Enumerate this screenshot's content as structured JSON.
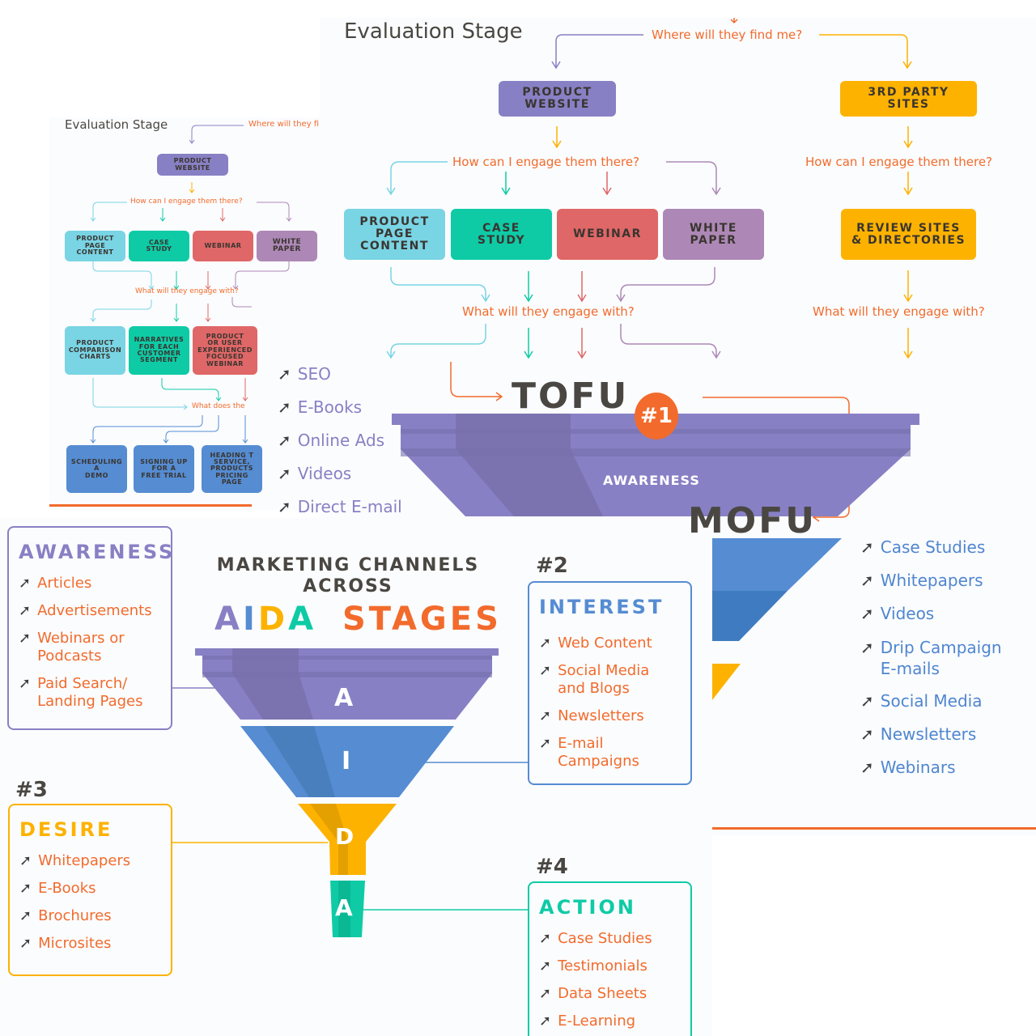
{
  "colors": {
    "orange": "#f26b2c",
    "purple": "#8880c4",
    "blue": "#558cd2",
    "yellow": "#fdb200",
    "teal": "#0ecba6",
    "lightblue": "#79d4e4",
    "red": "#e06767",
    "mauve": "#ad88b6",
    "dark": "#4a4742"
  },
  "large_flow": {
    "title": "Evaluation Stage",
    "q_where": "Where will they find me?",
    "product_website": "PRODUCT\nWEBSITE",
    "third_party": "3RD PARTY\nSITES",
    "q_engage_left": "How can I engage them there?",
    "q_engage_right": "How can I engage them there?",
    "boxes": [
      "PRODUCT\nPAGE\nCONTENT",
      "CASE\nSTUDY",
      "WEBINAR",
      "WHITE\nPAPER"
    ],
    "review_sites": "REVIEW SITES\n& DIRECTORIES",
    "q_what_left": "What will they engage with?",
    "q_what_right": "What will they engage with?"
  },
  "small_flow": {
    "title": "Evaluation Stage",
    "q_where": "Where will they fi",
    "product_website": "PRODUCT\nWEBSITE",
    "q_engage": "How can I engage them there?",
    "boxes": [
      "PRODUCT\nPAGE\nCONTENT",
      "CASE\nSTUDY",
      "WEBINAR",
      "WHITE\nPAPER"
    ],
    "q_what": "What will they engage with?",
    "boxes2": [
      "PRODUCT\nCOMPARISON\nCHARTS",
      "NARRATIVES\nFOR EACH\nCUSTOMER\nSEGMENT",
      "PRODUCT\nOR USER\nEXPERIENCED\nFOCUSED\nWEBINAR"
    ],
    "q_does": "What does the",
    "boxes3": [
      "SCHEDULING\nA\nDEMO",
      "SIGNING UP\nFOR A\nFREE TRIAL",
      "HEADING T\nSERVICE,\nPRODUCTS\nPRICING\nPAGE"
    ]
  },
  "tofu": {
    "label": "TOFU",
    "badge": "#1",
    "funnel_label": "AWARENESS",
    "channels": [
      "SEO",
      "E-Books",
      "Online Ads",
      "Videos",
      "Direct E-mail"
    ]
  },
  "mofu": {
    "label": "MOFU",
    "channels": [
      "Case Studies",
      "Whitepapers",
      "Videos",
      "Drip Campaign\nE-mails",
      "Social Media",
      "Newsletters",
      "Webinars"
    ]
  },
  "aida": {
    "title_line1": "MARKETING CHANNELS",
    "title_line2": "ACROSS",
    "title_letters": [
      "A",
      "I",
      "D",
      "A"
    ],
    "title_stages": "STAGES",
    "funnel_letters": [
      "A",
      "I",
      "D",
      "A"
    ],
    "awareness": {
      "heading": "AWARENESS",
      "items": [
        "Articles",
        "Advertisements",
        "Webinars or\nPodcasts",
        "Paid Search/\nLanding Pages"
      ]
    },
    "interest": {
      "num": "#2",
      "heading": "INTEREST",
      "items": [
        "Web Content",
        "Social Media\nand Blogs",
        "Newsletters",
        "E-mail\nCampaigns"
      ]
    },
    "desire": {
      "num": "#3",
      "heading": "DESIRE",
      "items": [
        "Whitepapers",
        "E-Books",
        "Brochures",
        "Microsites"
      ]
    },
    "action": {
      "num": "#4",
      "heading": "ACTION",
      "items": [
        "Case Studies",
        "Testimonials",
        "Data Sheets",
        "E-Learning"
      ]
    }
  },
  "icons": {
    "bullet": "arrow-up-right-icon"
  }
}
